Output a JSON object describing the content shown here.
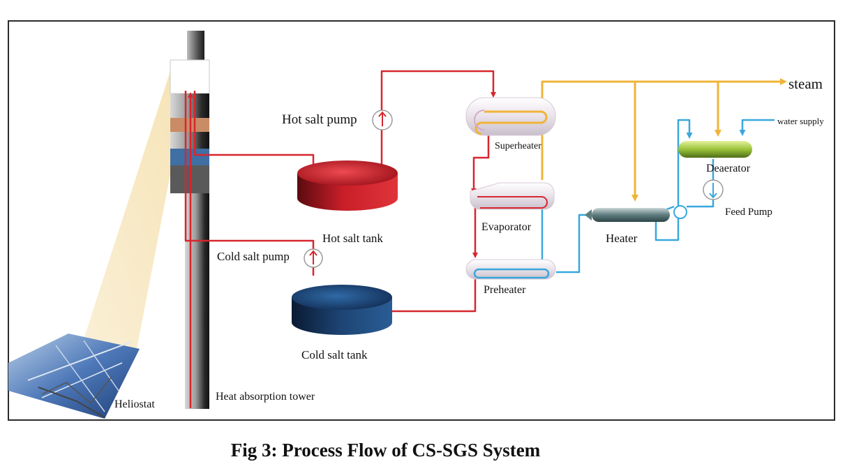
{
  "labels": {
    "steam": "steam",
    "water_supply": "water supply",
    "hot_salt_pump": "Hot salt pump",
    "superheater": "Superheater",
    "deaerator": "Deaerator",
    "evaporator": "Evaporator",
    "feed_pump": "Feed Pump",
    "hot_salt_tank": "Hot salt tank",
    "heater": "Heater",
    "cold_salt_pump": "Cold salt pump",
    "preheater": "Preheater",
    "cold_salt_tank": "Cold salt tank",
    "heat_absorption_tower": "Heat absorption tower",
    "heliostat": "Heliostat"
  },
  "caption": "Fig 3: Process Flow of CS-SGS System",
  "colors": {
    "hot_salt": "#d7262e",
    "cold_salt": "#1a3a63",
    "steam_line": "#f0b437",
    "water_line": "#39a7dc",
    "frame": "#2b2b2b"
  }
}
